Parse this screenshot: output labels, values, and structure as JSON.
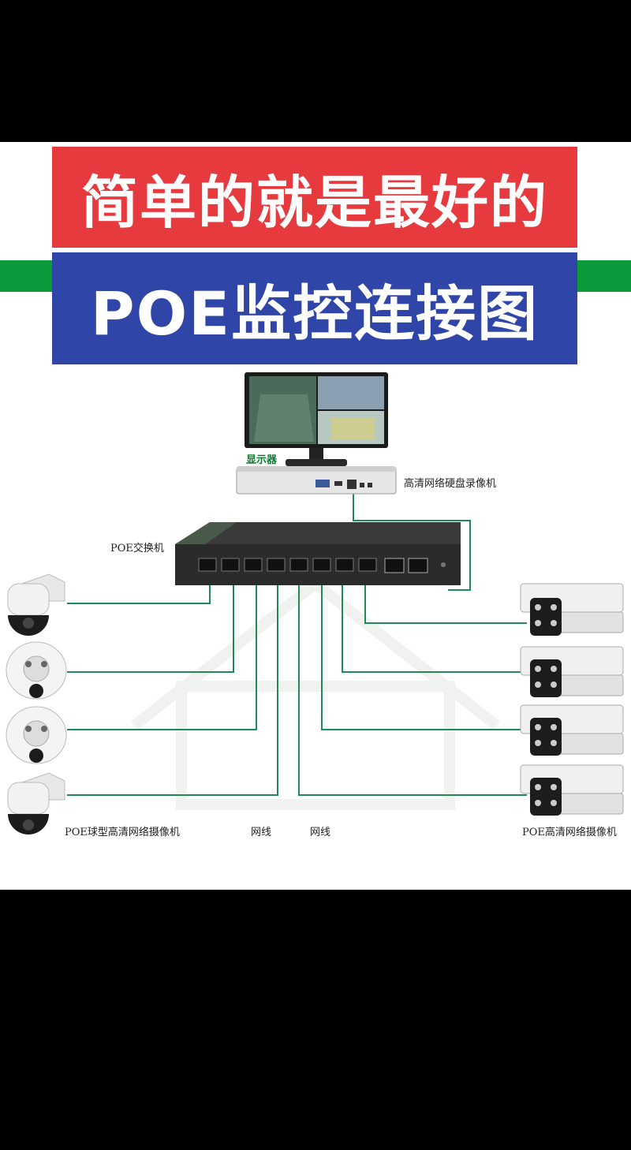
{
  "title_line1": "简单的就是最好的",
  "title_line2": "POE监控连接图",
  "labels": {
    "monitor": "显示器",
    "nvr": "高清网络硬盘录像机",
    "switch": "POE交换机",
    "dome_cameras": "POE球型高清网络摄像机",
    "cable_1": "网线",
    "cable_2": "网线",
    "bullet_cameras": "POE高清网络摄像机"
  },
  "colors": {
    "title_red": "#e63a3f",
    "title_blue": "#2f45a8",
    "accent_green": "#0a9a3a",
    "cable_green": "#1f8a55"
  }
}
